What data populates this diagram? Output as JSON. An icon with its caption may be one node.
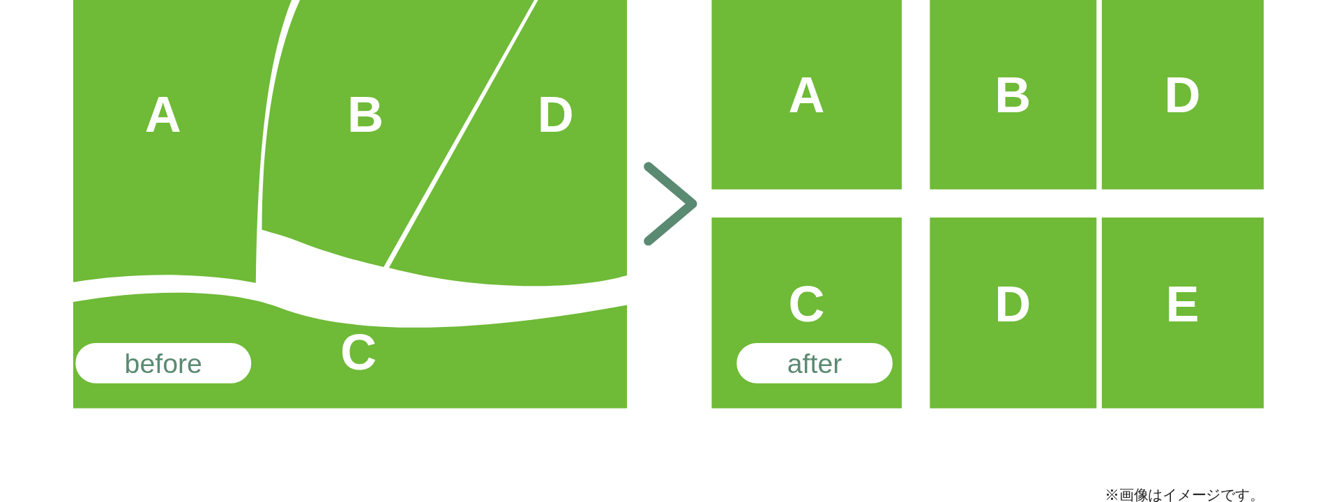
{
  "diagram": {
    "nodes": [
      {
        "text": [],
        "shape": "box"
      },
      {
        "text": [
          "A"
        ],
        "in": 0
      },
      {
        "text": [
          "B"
        ],
        "in": 0
      },
      {
        "text": [
          "D"
        ],
        "in": 0
      },
      {
        "text": [
          "C"
        ],
        "in": 0
      },
      {
        "text": [
          "before"
        ],
        "in": 4
      },
      {
        "text": [],
        "shape": "box"
      },
      {
        "text": [
          "A"
        ],
        "in": 6
      },
      {
        "text": [
          "B"
        ],
        "in": 6
      },
      {
        "text": [
          "D"
        ],
        "in": 6
      },
      {
        "text": [
          "C"
        ],
        "in": 6
      },
      {
        "text": [
          "after"
        ],
        "in": 10
      },
      {
        "text": [
          "D"
        ],
        "in": 6
      },
      {
        "text": [
          "E"
        ],
        "in": 6
      }
    ],
    "edges": [
      {
        "from": 0,
        "to": 6,
        "arrow": "to"
      }
    ],
    "labels": [
      "※画像はイメージです。"
    ]
  }
}
